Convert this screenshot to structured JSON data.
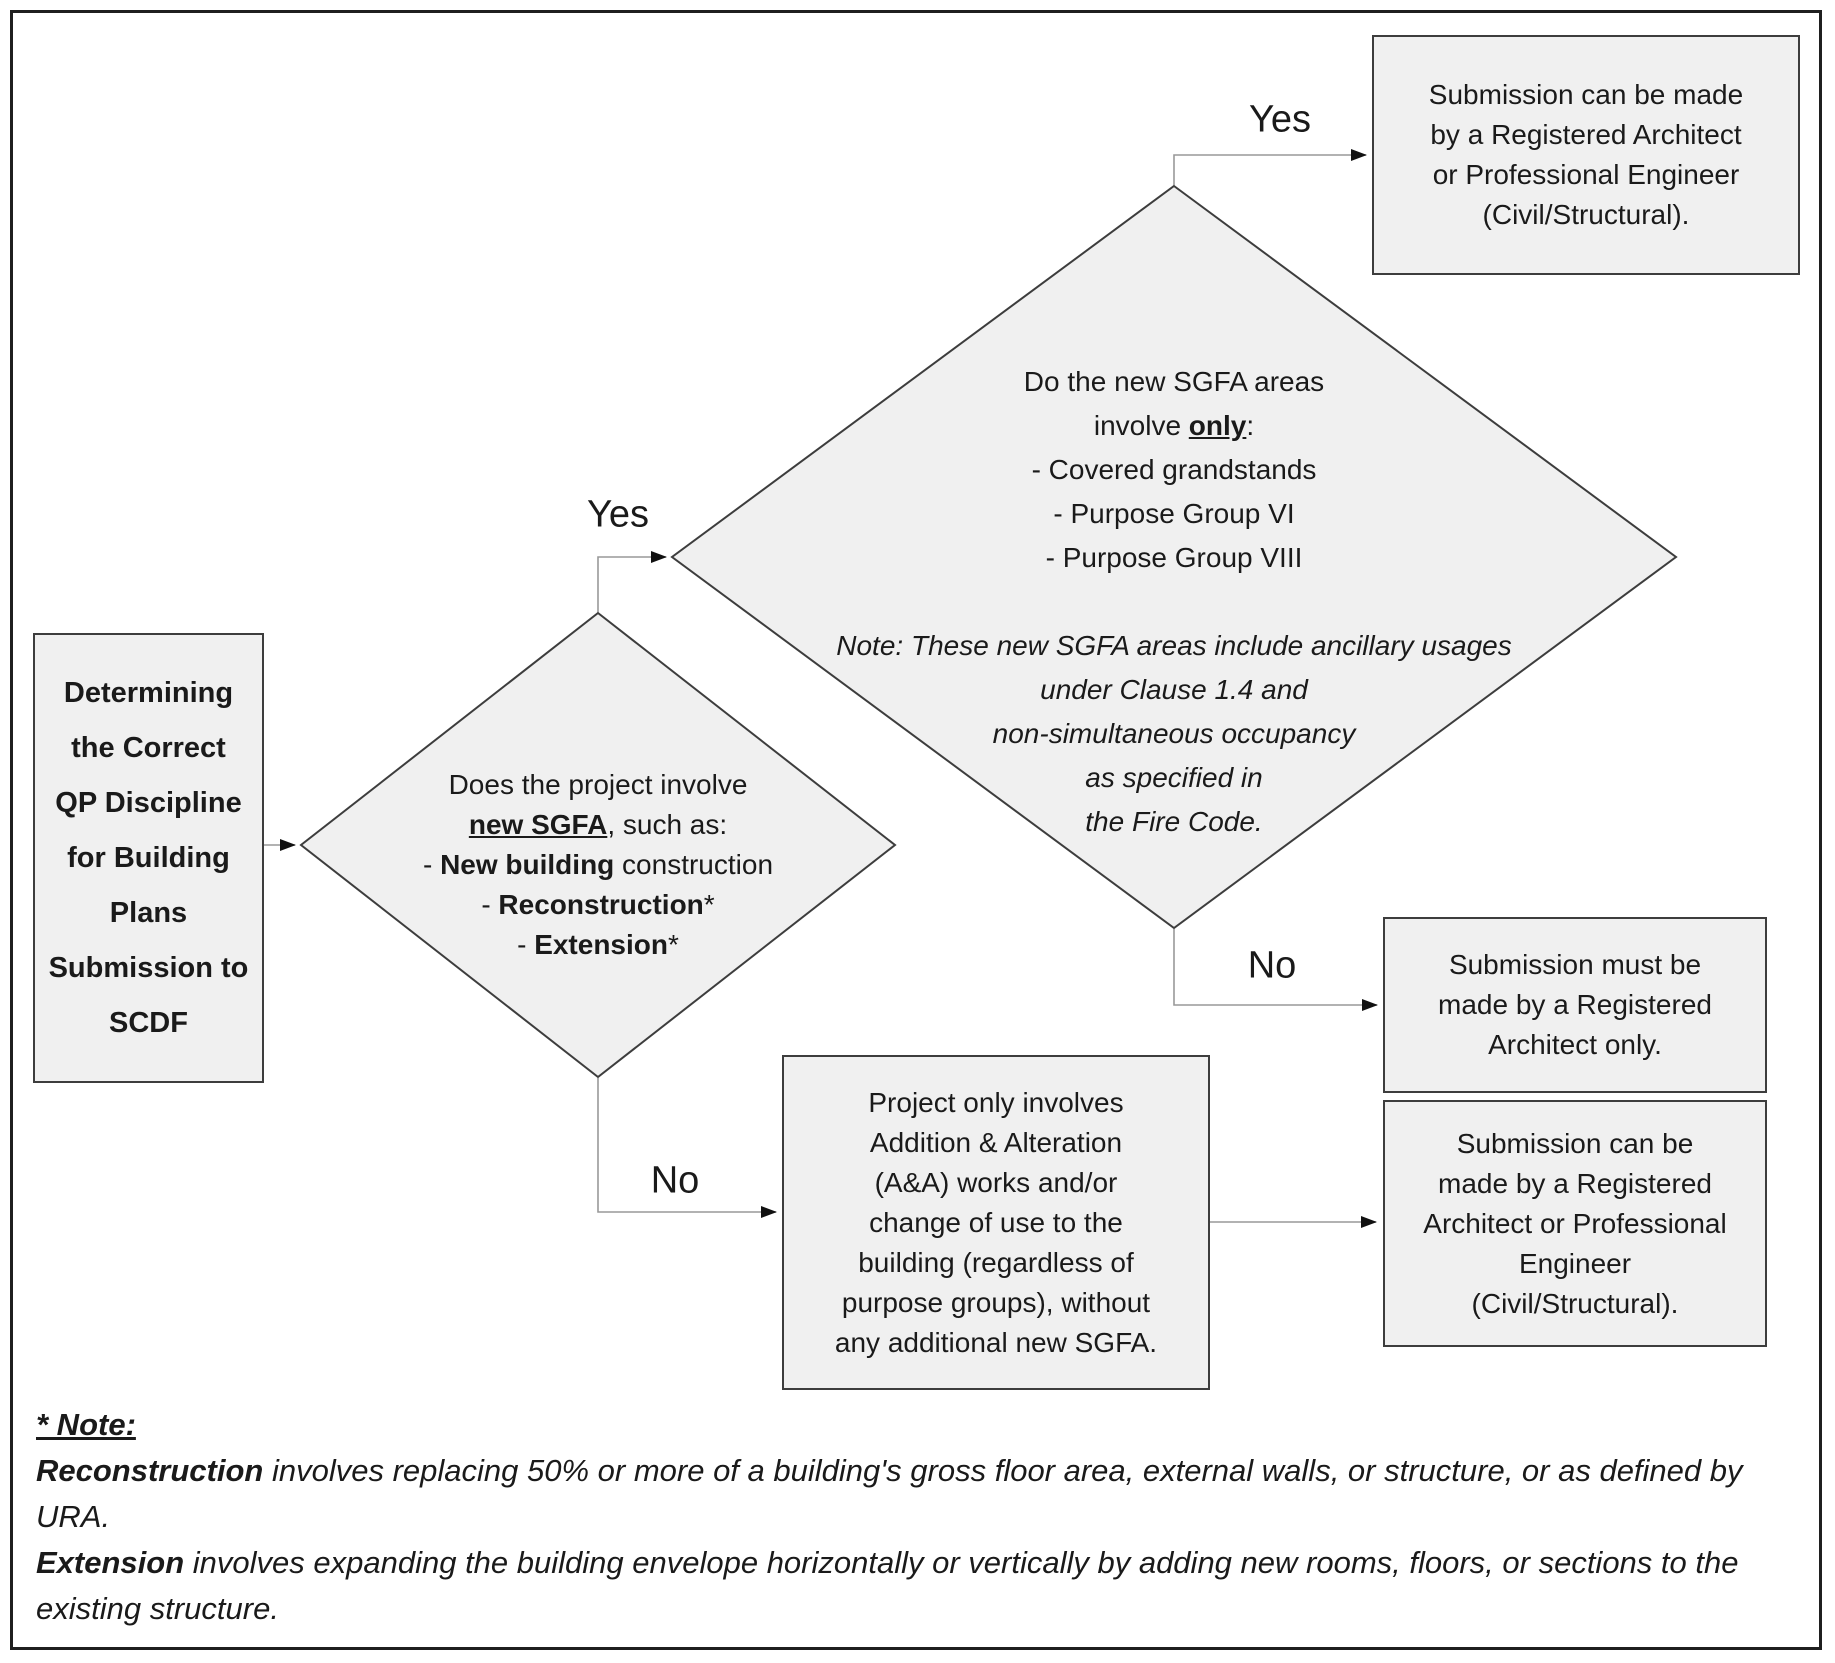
{
  "diagram": {
    "start": {
      "text": "Determining\nthe Correct\nQP Discipline\nfor Building\nPlans\nSubmission to\nSCDF"
    },
    "decision1": {
      "lines": [
        "Does the project involve",
        [
          {
            "t": "new SGFA",
            "s": "bu"
          },
          {
            "t": ", such as:"
          }
        ],
        [
          {
            "t": "- "
          },
          {
            "t": "New building",
            "s": "b"
          },
          {
            "t": " construction"
          }
        ],
        [
          {
            "t": "- "
          },
          {
            "t": "Reconstruction",
            "s": "b"
          },
          {
            "t": "*"
          }
        ],
        [
          {
            "t": "- "
          },
          {
            "t": "Extension",
            "s": "b"
          },
          {
            "t": "*"
          }
        ]
      ]
    },
    "decision2": {
      "lines": [
        "Do the new SGFA areas",
        [
          {
            "t": "involve "
          },
          {
            "t": "only",
            "s": "bu"
          },
          {
            "t": ":"
          }
        ],
        "- Covered grandstands",
        "- Purpose Group VI",
        "- Purpose Group VIII",
        "",
        [
          {
            "t": "Note: These new SGFA areas include ancillary usages",
            "s": "i"
          }
        ],
        [
          {
            "t": "under Clause 1.4 and",
            "s": "i"
          }
        ],
        [
          {
            "t": "non-simultaneous occupancy",
            "s": "i"
          }
        ],
        [
          {
            "t": "as specified in",
            "s": "i"
          }
        ],
        [
          {
            "t": "the Fire Code.",
            "s": "i"
          }
        ]
      ]
    },
    "outcome_top": {
      "text": "Submission can be made\nby a Registered Architect\nor Professional Engineer\n(Civil/Structural)."
    },
    "outcome_ra_only": {
      "text": "Submission must be\nmade by a Registered\nArchitect only."
    },
    "process_aa": {
      "text": "Project only involves\nAddition & Alteration\n(A&A) works and/or\nchange of use to the\nbuilding (regardless of\npurpose groups), without\nany additional new SGFA."
    },
    "outcome_bottom": {
      "text": "Submission can be\nmade by a Registered\nArchitect or Professional\nEngineer\n(Civil/Structural)."
    },
    "labels": {
      "yes_top": "Yes",
      "yes_left": "Yes",
      "no_right": "No",
      "no_bottom": "No"
    },
    "footnote": {
      "lines": [
        [
          {
            "t": "* Note: ",
            "s": "biu"
          }
        ],
        [
          {
            "t": "Reconstruction",
            "s": "bi"
          },
          {
            "t": " involves replacing 50% or more of a building's gross floor area, external walls, or structure, or as defined by URA.",
            "s": "i"
          }
        ],
        [
          {
            "t": "Extension",
            "s": "bi"
          },
          {
            "t": " involves expanding the building envelope horizontally or vertically by adding new rooms, floors, or sections to the existing structure.",
            "s": "i"
          }
        ]
      ]
    },
    "colors": {
      "node_fill": "#f0f0f0",
      "node_border": "#3d3d3d",
      "connector": "#999999",
      "arrowhead": "#111111",
      "text": "#1a1a1a",
      "background": "#ffffff"
    }
  }
}
